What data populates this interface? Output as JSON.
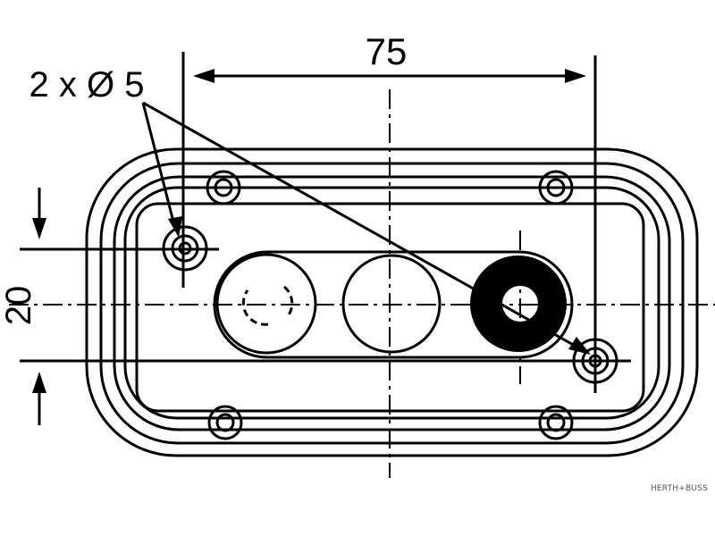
{
  "drawing": {
    "hole_callout": "2 x Ø 5",
    "dim_horizontal": "75",
    "dim_vertical": "20"
  },
  "brand": {
    "label": "HERTH+BUSS"
  },
  "colors": {
    "line": "#000000",
    "background": "#ffffff"
  }
}
